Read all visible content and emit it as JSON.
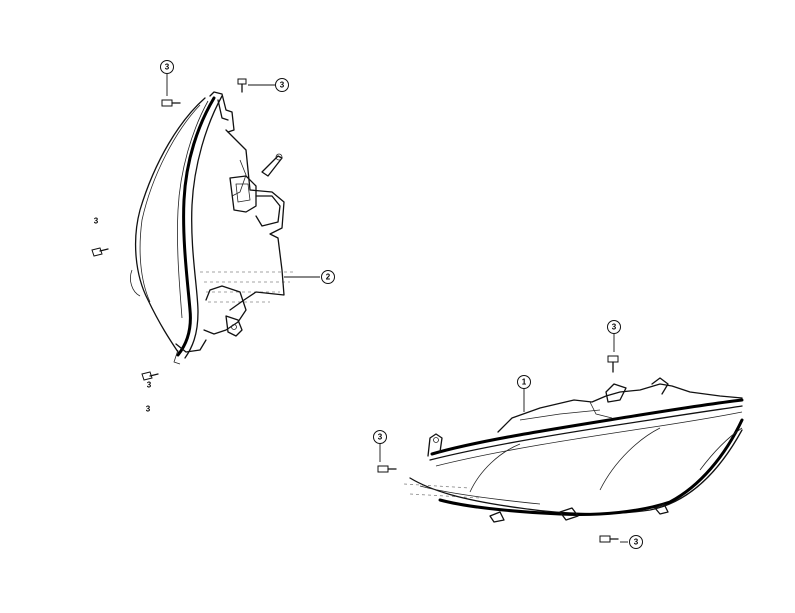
{
  "callouts": {
    "c_left_top_bolt": "3",
    "c_left_top_screw": "3",
    "c_left_mid": "3",
    "c_left_lower1": "3",
    "c_left_lower2": "3",
    "c_housing_left": "2",
    "c_housing_right": "1",
    "c_right_top_bolt": "3",
    "c_right_left_bolt": "3",
    "c_right_bottom_bolt": "3"
  },
  "icons": {
    "callout": "numbered-circle-callout",
    "fastener": "bolt-icon"
  }
}
